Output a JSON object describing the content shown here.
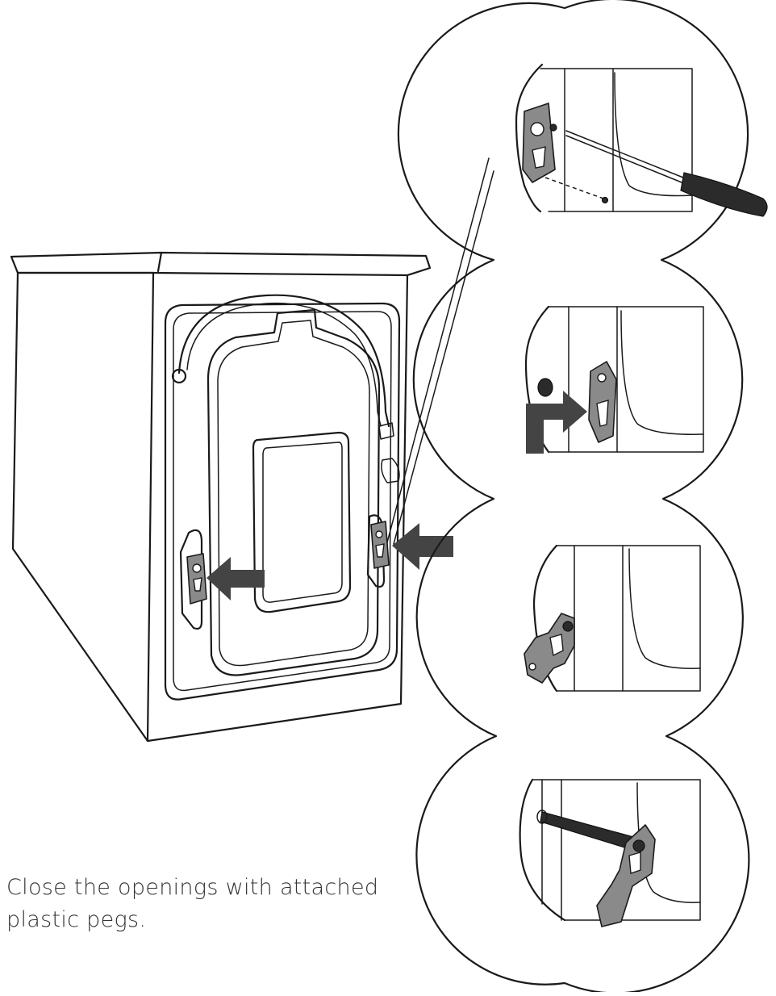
{
  "caption": {
    "line1": "Close the openings with attached",
    "line2": "plastic pegs."
  },
  "colors": {
    "stroke": "#1a1a1a",
    "arrow": "#444444",
    "bracket": "#8a8a8a",
    "background": "#ffffff"
  },
  "steps": [
    {
      "id": 1,
      "icon": "screwdriver-icon"
    },
    {
      "id": 2,
      "icon": "bracket-remove-arrow-icon"
    },
    {
      "id": 3,
      "icon": "bracket-icon"
    },
    {
      "id": 4,
      "icon": "bolt-icon"
    }
  ]
}
